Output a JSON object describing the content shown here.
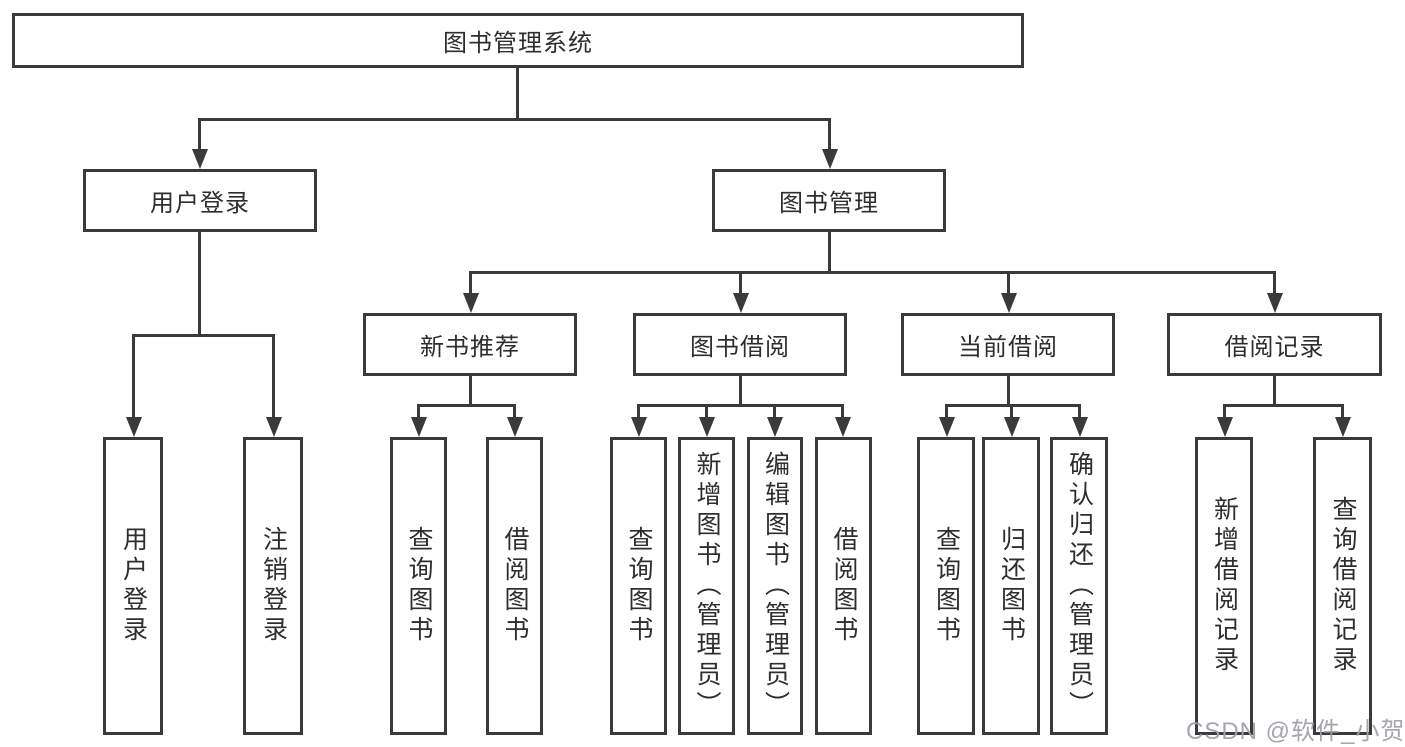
{
  "diagram_title": "图书管理系统",
  "colors": {
    "line": "#3a3a3a",
    "text": "#2e2e2e",
    "background": "#ffffff",
    "watermark": "#9ea1aa"
  },
  "root": {
    "label": "图书管理系统"
  },
  "level2": [
    {
      "label": "用户登录"
    },
    {
      "label": "图书管理"
    }
  ],
  "level3": [
    {
      "label": "新书推荐"
    },
    {
      "label": "图书借阅"
    },
    {
      "label": "当前借阅"
    },
    {
      "label": "借阅记录"
    }
  ],
  "leaves": [
    {
      "label": "用户登录"
    },
    {
      "label": "注销登录"
    },
    {
      "label": "查询图书"
    },
    {
      "label": "借阅图书"
    },
    {
      "label": "查询图书"
    },
    {
      "label": "新增图书（管理员）"
    },
    {
      "label": "编辑图书（管理员）"
    },
    {
      "label": "借阅图书"
    },
    {
      "label": "查询图书"
    },
    {
      "label": "归还图书"
    },
    {
      "label": "确认归还（管理员）"
    },
    {
      "label": "新增借阅记录"
    },
    {
      "label": "查询借阅记录"
    }
  ],
  "watermark": "CSDN @软件_小贺同学"
}
